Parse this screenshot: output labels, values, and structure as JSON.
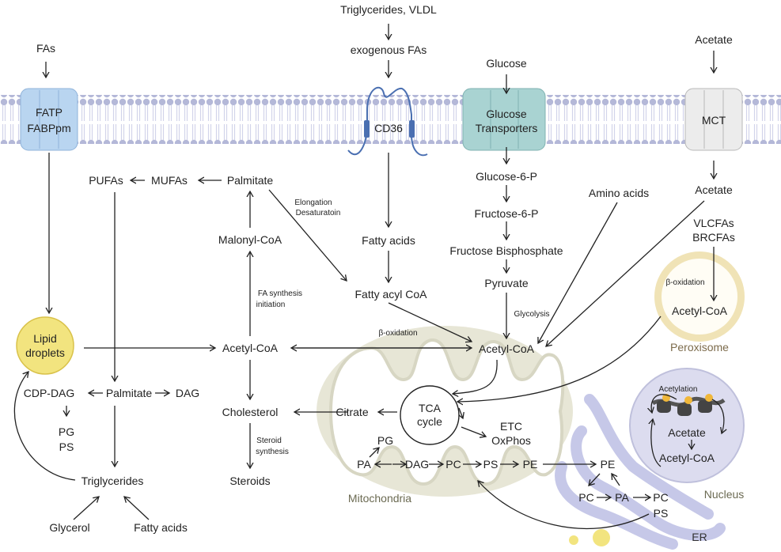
{
  "colors": {
    "membrane_head": "#b4b8d8",
    "membrane_tail": "#d7d9ec",
    "fatp": "#b9d5f0",
    "glut": "#a9d3d2",
    "mct": "#e9e9e9",
    "lipid": "#f2e47f",
    "mito_outer": "#e7e6d6",
    "mito_inner": "#ffffff",
    "mito_label": "#6b6a52",
    "peroxisome": "#f0e3b6",
    "peroxisome_label": "#7c6b4c",
    "er": "#c6c8e8",
    "nucleus": "#dcdcef",
    "nucleus_label": "#6b6a52",
    "er_label": "#333333",
    "cd36": "#4a6fb1"
  },
  "labels": {
    "fas_top": "FAs",
    "fatp_line1": "FATP",
    "fatp_line2": "FABPpm",
    "tg_vldl": "Triglycerides, VLDL",
    "exogenous_fas": "exogenous FAs",
    "cd36": "CD36",
    "glucose_top": "Glucose",
    "glut_line1": "Glucose",
    "glut_line2": "Transporters",
    "acetate_top": "Acetate",
    "mct": "MCT",
    "acetate_in": "Acetate",
    "amino_acids": "Amino acids",
    "vlcfas": "VLCFAs",
    "brcfas": "BRCFAs",
    "beta_ox_perox": "β-oxidation",
    "acetyl_coa_perox": "Acetyl-CoA",
    "peroxisome": "Peroxisome",
    "glucose6p": "Glucose-6-P",
    "fructose6p": "Fructose-6-P",
    "fructose_bp": "Fructose Bisphosphate",
    "pyruvate": "Pyruvate",
    "glycolysis": "Glycolysis",
    "acetyl_coa_mito": "Acetyl-CoA",
    "fatty_acids_mid": "Fatty acids",
    "fatty_acyl_coa": "Fatty acyl CoA",
    "beta_ox_mito": "β-oxidation",
    "pufas": "PUFAs",
    "mufas": "MUFAs",
    "palmitate_top": "Palmitate",
    "elongation": "Elongation",
    "desaturation": "Desaturatoin",
    "malonyl_coa": "Malonyl-CoA",
    "fa_synth_1": "FA synthesis",
    "fa_synth_2": "initiation",
    "acetyl_coa_cyto": "Acetyl-CoA",
    "lipid_1": "Lipid",
    "lipid_2": "droplets",
    "cdp_dag": "CDP-DAG",
    "palmitate_mid": "Palmitate",
    "dag_left": "DAG",
    "pg_left": "PG",
    "ps_left": "PS",
    "triglycerides": "Triglycerides",
    "glycerol": "Glycerol",
    "fatty_acids_bottom": "Fatty acids",
    "cholesterol": "Cholesterol",
    "steroid_1": "Steroid",
    "steroid_2": "synthesis",
    "steroids": "Steroids",
    "citrate": "Citrate",
    "tca_1": "TCA",
    "tca_2": "cycle",
    "etc": "ETC",
    "oxphos": "OxPhos",
    "pg_mito": "PG",
    "pa_mito": "PA",
    "dag_mito": "DAG",
    "pc_mito": "PC",
    "ps_mito": "PS",
    "pe_mito": "PE",
    "mitochondria": "Mitochondria",
    "pe_er": "PE",
    "pc_er1": "PC",
    "pa_er": "PA",
    "pc_er2": "PC",
    "ps_er": "PS",
    "er": "ER",
    "acetylation": "Acetylation",
    "acetate_nuc": "Acetate",
    "acetyl_coa_nuc": "Acetyl-CoA",
    "nucleus": "Nucleus"
  }
}
